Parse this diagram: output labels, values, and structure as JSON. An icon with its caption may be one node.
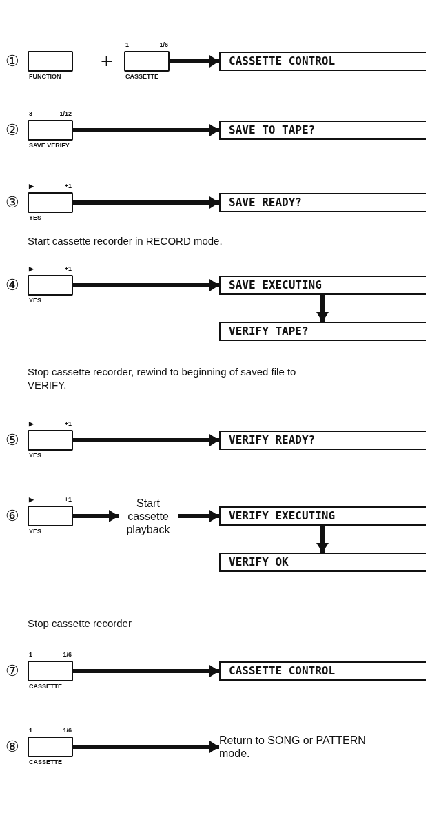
{
  "diagram": {
    "nodes": [
      {
        "text": [
          "FUNCTION"
        ]
      },
      {
        "text": [
          "1",
          "1/6",
          "CASSETTE"
        ]
      },
      {
        "text": [
          "CASSETTE CONTROL"
        ]
      },
      {
        "text": [
          "3",
          "1/12",
          "SAVE VERIFY"
        ]
      },
      {
        "text": [
          "SAVE TO TAPE?"
        ]
      },
      {
        "text": [
          "▶",
          "+1",
          "YES"
        ]
      },
      {
        "text": [
          "SAVE READY?"
        ]
      },
      {
        "text": [
          "▶",
          "+1",
          "YES"
        ]
      },
      {
        "text": [
          "SAVE EXECUTING"
        ]
      },
      {
        "text": [
          "VERIFY TAPE?"
        ]
      },
      {
        "text": [
          "▶",
          "+1",
          "YES"
        ]
      },
      {
        "text": [
          "VERIFY READY?"
        ]
      },
      {
        "text": [
          "▶",
          "+1",
          "YES"
        ]
      },
      {
        "text": [
          "Start cassette playback"
        ]
      },
      {
        "text": [
          "VERIFY EXECUTING"
        ]
      },
      {
        "text": [
          "VERIFY OK"
        ]
      },
      {
        "text": [
          "1",
          "1/6",
          "CASSETTE"
        ]
      },
      {
        "text": [
          "CASSETTE CONTROL"
        ]
      },
      {
        "text": [
          "1",
          "1/6",
          "CASSETTE"
        ]
      },
      {
        "text": [
          "Return to SONG or PATTERN mode."
        ]
      }
    ],
    "edges": [
      {
        "from": 1,
        "to": 2,
        "arrow": "to"
      },
      {
        "from": 3,
        "to": 4,
        "arrow": "to"
      },
      {
        "from": 5,
        "to": 6,
        "arrow": "to"
      },
      {
        "from": 7,
        "to": 8,
        "arrow": "to"
      },
      {
        "from": 8,
        "to": 9,
        "arrow": "to"
      },
      {
        "from": 10,
        "to": 11,
        "arrow": "to"
      },
      {
        "from": 12,
        "to": 13,
        "arrow": "to"
      },
      {
        "from": 13,
        "to": 14,
        "arrow": "to"
      },
      {
        "from": 14,
        "to": 15,
        "arrow": "to"
      },
      {
        "from": 16,
        "to": 17,
        "arrow": "to"
      },
      {
        "from": 18,
        "to": 19,
        "arrow": "to"
      }
    ],
    "labels": [
      "①",
      "+",
      "②",
      "③",
      "Start cassette recorder in RECORD mode.",
      "④",
      "Stop cassette recorder, rewind to beginning of saved file to VERIFY.",
      "⑤",
      "⑥",
      "Stop cassette recorder",
      "⑦",
      "⑧"
    ]
  }
}
